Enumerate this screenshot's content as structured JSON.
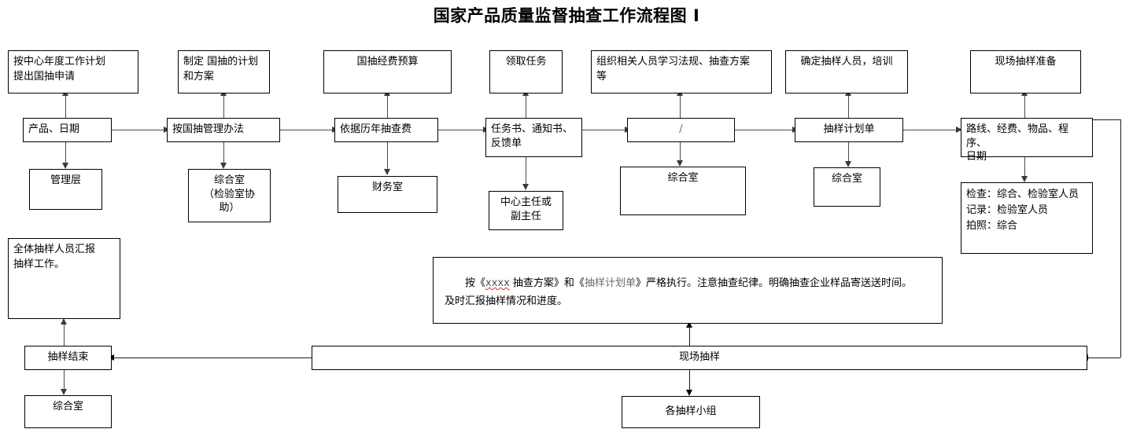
{
  "title": "国家产品质量监督抽查工作流程图 Ⅰ",
  "colors": {
    "background": "#ffffff",
    "border": "#000000",
    "text": "#000000",
    "connector": "#4a4a4a",
    "faded_text": "#6b6b6b",
    "spellcheck_underline": "#d03030"
  },
  "nodes": {
    "top_row": [
      {
        "id": "apply",
        "label": "按中心年度工作计划\n提出国抽申请"
      },
      {
        "id": "plan",
        "label": "制定 国抽的计划\n和方案"
      },
      {
        "id": "budget",
        "label": "国抽经费预算"
      },
      {
        "id": "receive_task",
        "label": "领取任务"
      },
      {
        "id": "study",
        "label": "组织相关人员学习法规、抽查方案\n等"
      },
      {
        "id": "confirm_staff",
        "label": "确定抽样人员，培训"
      },
      {
        "id": "onsite_prep",
        "label": "现场抽样准备"
      }
    ],
    "main_row": [
      {
        "id": "product_date",
        "label": "产品、日期"
      },
      {
        "id": "mgmt_method",
        "label": "按国抽管理办法"
      },
      {
        "id": "history_fee",
        "label": "依据历年抽查费"
      },
      {
        "id": "task_docs",
        "label": "任务书、通知书、\n反馈单"
      },
      {
        "id": "slash",
        "label": "/"
      },
      {
        "id": "sampling_plan",
        "label": "抽样计划单"
      },
      {
        "id": "route_info",
        "label": "路线、经费、物品、程序、\n日期"
      }
    ],
    "third_row": [
      {
        "id": "mgmt_layer",
        "label": "管理层"
      },
      {
        "id": "general_office_lab",
        "label": "综合室\n（检验室协\n助）"
      },
      {
        "id": "finance_office",
        "label": "财务室"
      },
      {
        "id": "director",
        "label": "中心主任或\n副主任"
      },
      {
        "id": "general_office_1",
        "label": "综合室"
      },
      {
        "id": "general_office_2",
        "label": "综合室"
      },
      {
        "id": "inspection_roles",
        "label": "检查：综合、检验室人员\n记录：检验室人员\n拍照：综合"
      }
    ],
    "report_box": {
      "id": "report_all",
      "label": "全体抽样人员汇报\n抽样工作。"
    },
    "instruction_box": {
      "id": "instructions",
      "line1_prefix": "按《",
      "line1_misspelled": "xxxx",
      "line1_mid": " 抽查方案》和《",
      "line1_faded": "抽样计划单",
      "line1_suffix": "》严格执行。注意抽查纪律。明确抽查企业样品寄送送时间。",
      "line2": "及时汇报抽样情况和进度。"
    },
    "sampling_end": {
      "id": "sampling_end",
      "label": "抽样结束"
    },
    "general_office_bottom": {
      "id": "general_office_3",
      "label": "综合室"
    },
    "onsite_sampling_bar": {
      "id": "onsite_sampling",
      "label": "现场抽样"
    },
    "sampling_groups": {
      "id": "sampling_groups",
      "label": "各抽样小组"
    }
  }
}
